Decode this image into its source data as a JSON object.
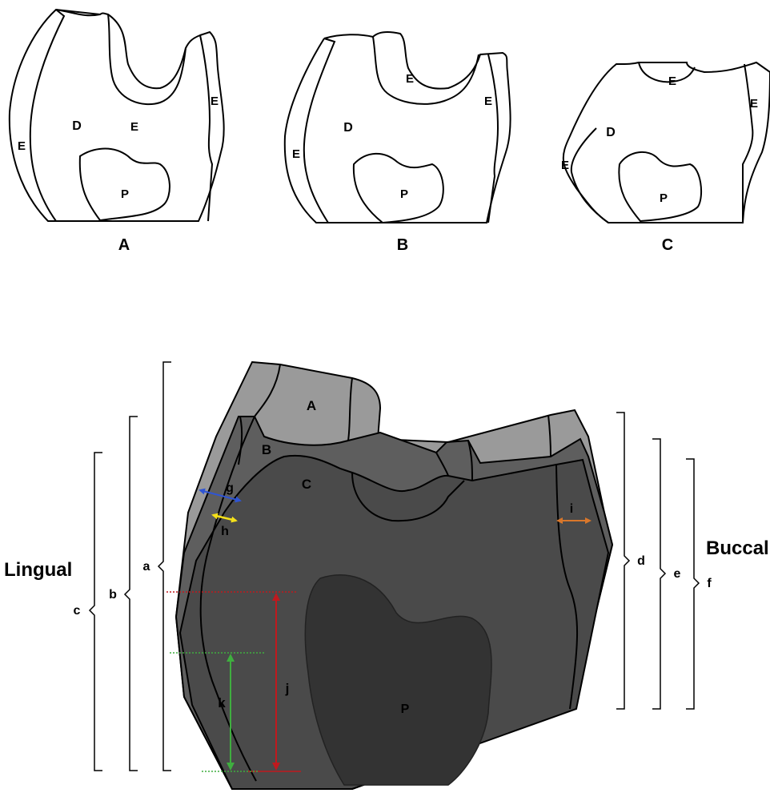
{
  "top_panel": {
    "teeth": [
      {
        "caption": "A",
        "enamel": "E",
        "dentin": "D",
        "pulp": "P"
      },
      {
        "caption": "B",
        "enamel": "E",
        "dentin": "D",
        "pulp": "P"
      },
      {
        "caption": "C",
        "enamel": "E",
        "dentin": "D",
        "pulp": "P"
      }
    ]
  },
  "bottom_panel": {
    "layers": {
      "a": "A",
      "b": "B",
      "c": "C",
      "pulp": "P"
    },
    "side_labels": {
      "lingual": "Lingual",
      "buccal": "Buccal"
    },
    "heights": {
      "a": "a",
      "b": "b",
      "c": "c",
      "d": "d",
      "e": "e",
      "f": "f"
    },
    "widths": {
      "g": "g",
      "h": "h",
      "i": "i"
    },
    "lengths": {
      "j": "j",
      "k": "k"
    },
    "colors": {
      "layer_a": "#9a9a9a",
      "layer_b": "#5e5e5e",
      "layer_c": "#4a4a4a",
      "pulp": "#333333",
      "measure_g": "#2f55d4",
      "measure_h": "#f5e11a",
      "measure_i": "#d9772b",
      "measure_j": "#c0191e",
      "measure_k": "#3fae3f"
    }
  }
}
